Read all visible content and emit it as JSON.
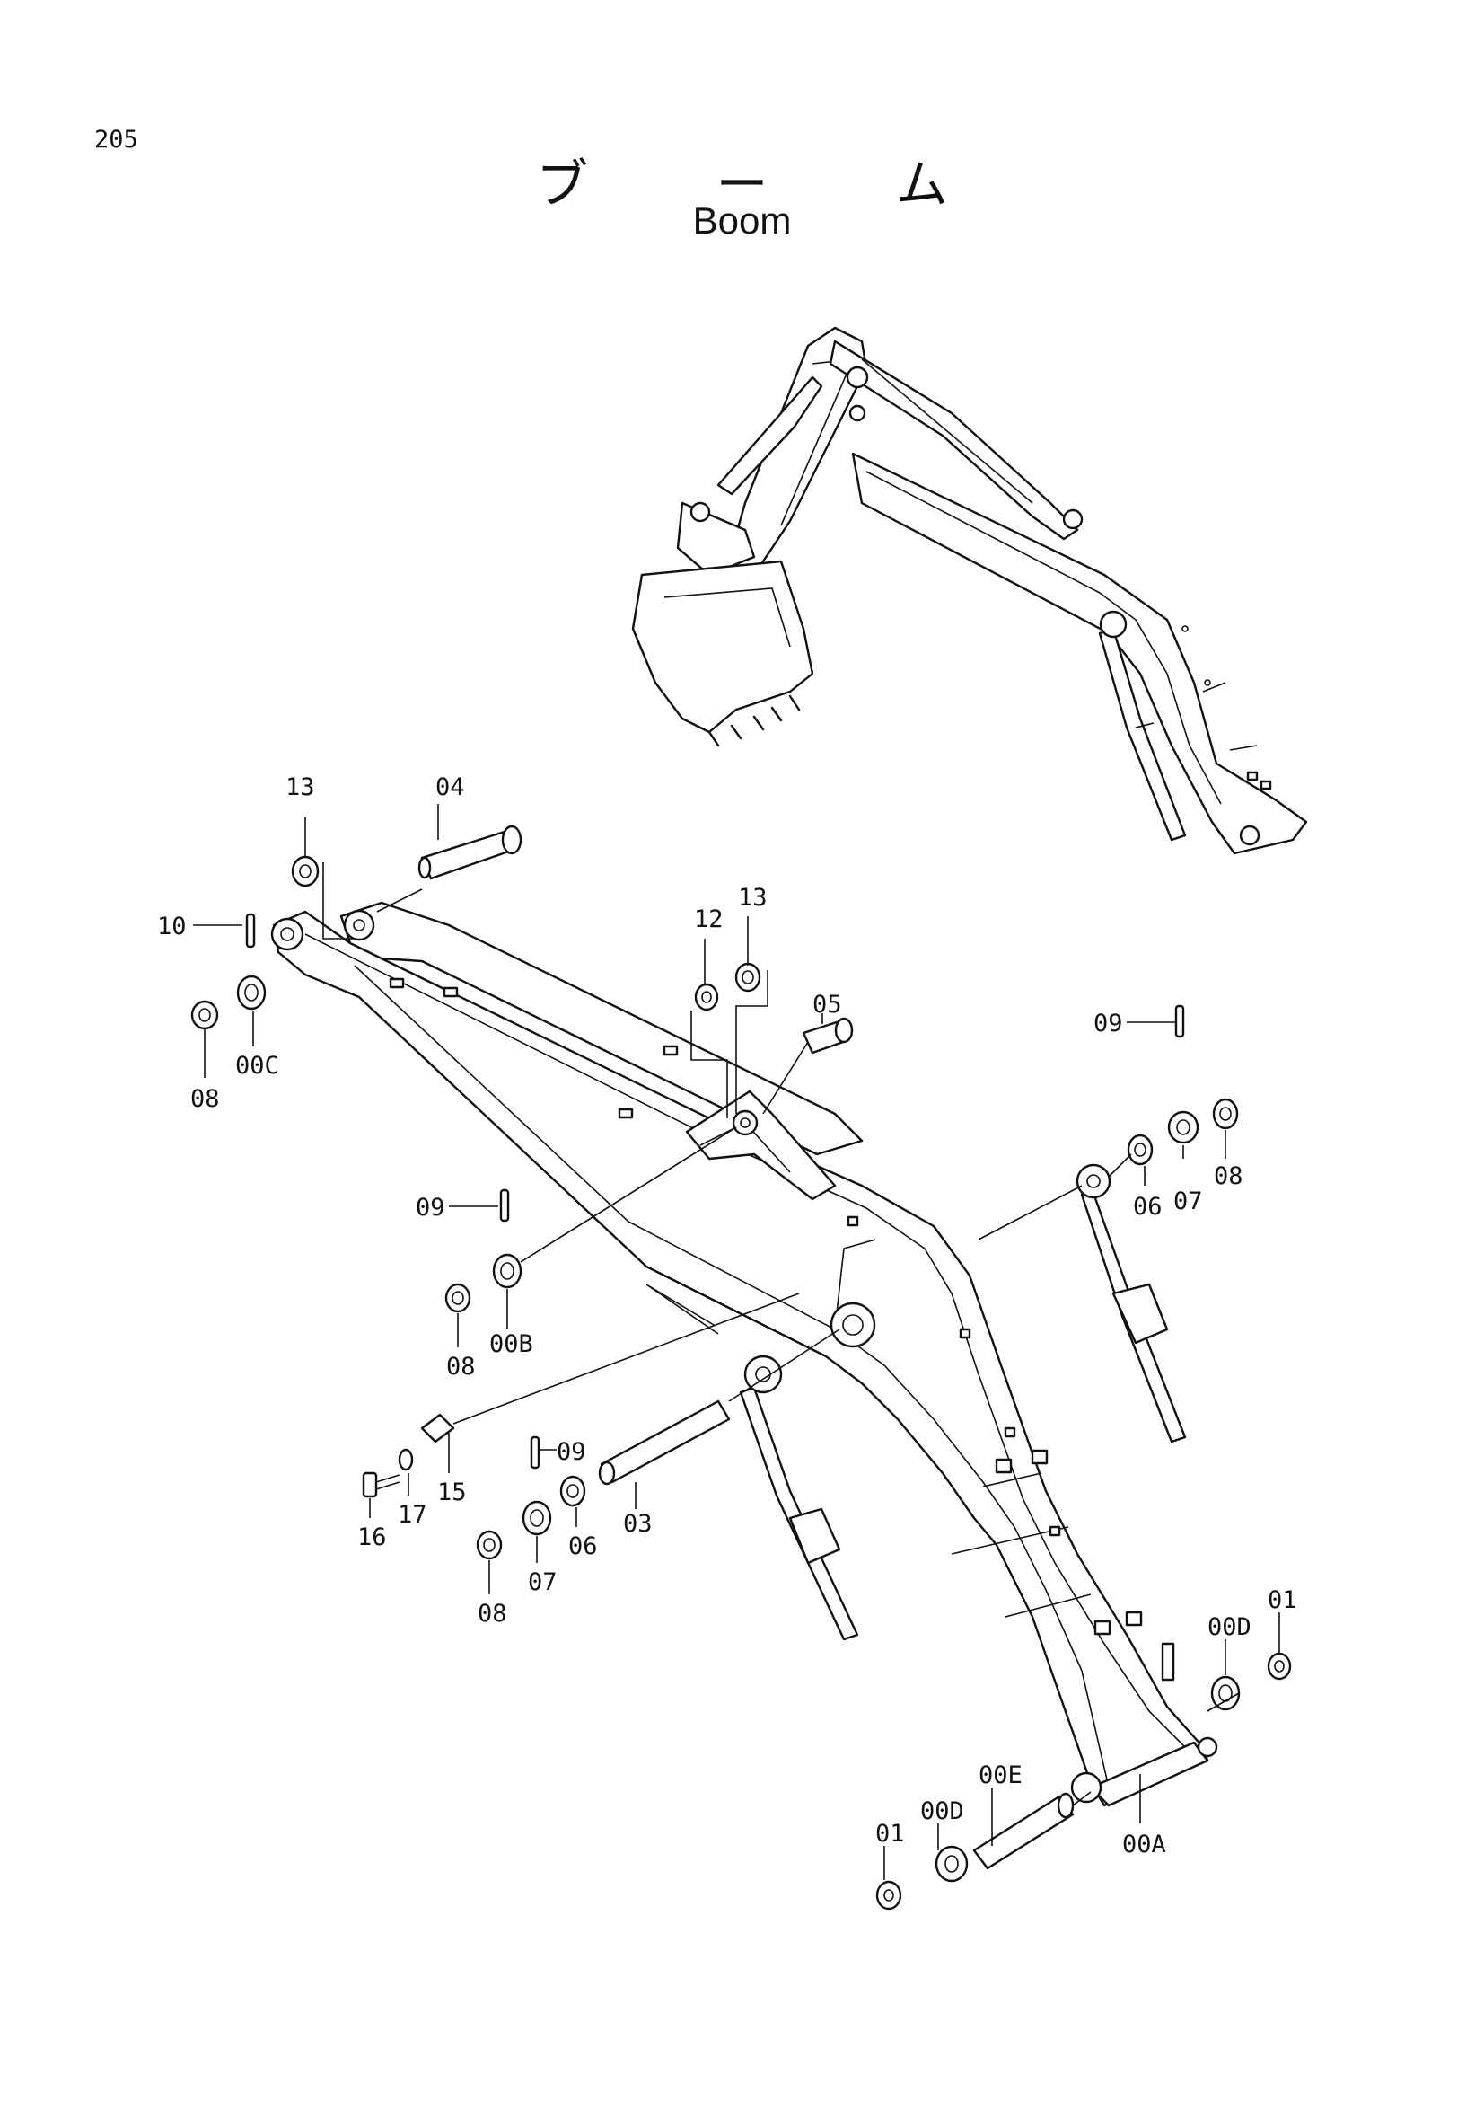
{
  "page_number": "205",
  "title_japanese": "ブ ー ム",
  "title_english": "Boom",
  "callouts": [
    {
      "id": "13a",
      "label": "13"
    },
    {
      "id": "04",
      "label": "04"
    },
    {
      "id": "10",
      "label": "10"
    },
    {
      "id": "00C",
      "label": "00C"
    },
    {
      "id": "08a",
      "label": "08"
    },
    {
      "id": "12",
      "label": "12"
    },
    {
      "id": "13b",
      "label": "13"
    },
    {
      "id": "05",
      "label": "05"
    },
    {
      "id": "09a",
      "label": "09"
    },
    {
      "id": "06a",
      "label": "06"
    },
    {
      "id": "07a",
      "label": "07"
    },
    {
      "id": "08b",
      "label": "08"
    },
    {
      "id": "09b",
      "label": "09"
    },
    {
      "id": "00B",
      "label": "00B"
    },
    {
      "id": "08c",
      "label": "08"
    },
    {
      "id": "09c",
      "label": "09"
    },
    {
      "id": "16",
      "label": "16"
    },
    {
      "id": "17",
      "label": "17"
    },
    {
      "id": "15",
      "label": "15"
    },
    {
      "id": "07b",
      "label": "07"
    },
    {
      "id": "06b",
      "label": "06"
    },
    {
      "id": "03",
      "label": "03"
    },
    {
      "id": "08d",
      "label": "08"
    },
    {
      "id": "01a",
      "label": "01"
    },
    {
      "id": "00Da",
      "label": "00D"
    },
    {
      "id": "00Db",
      "label": "00D"
    },
    {
      "id": "00E",
      "label": "00E"
    },
    {
      "id": "00A",
      "label": "00A"
    },
    {
      "id": "01b",
      "label": "01"
    }
  ]
}
